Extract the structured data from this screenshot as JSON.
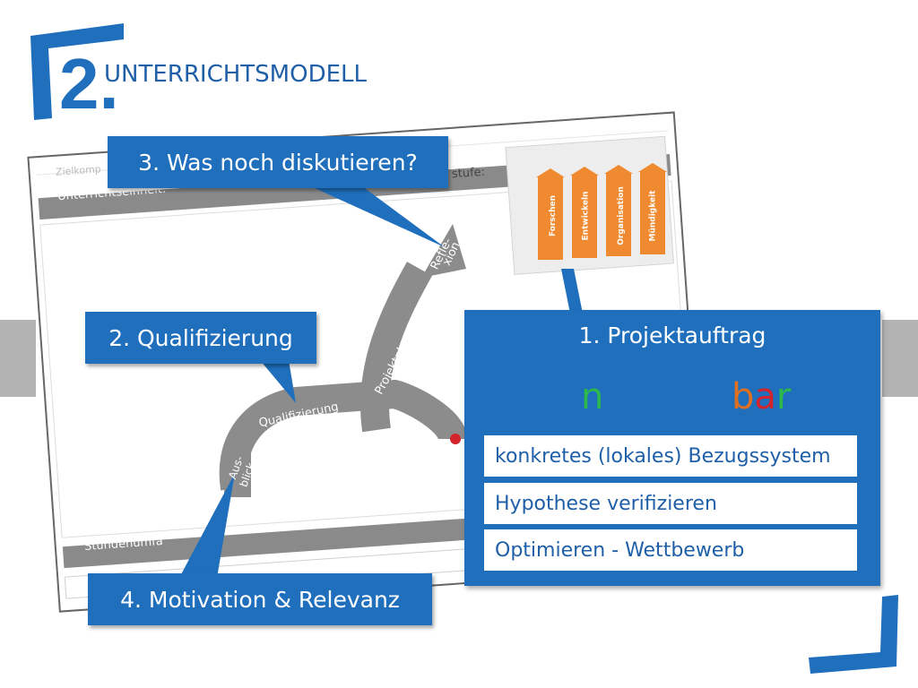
{
  "heading": {
    "number": "2.",
    "title": "UNTERRICHTSMODELL"
  },
  "sheet": {
    "zielkompetenz": "Zielkomp",
    "unterrichtseinheit": "Unterrichtseinheit:",
    "stufe": "stufe:",
    "stundenumfang": "Stundenumfa",
    "arrows": {
      "reflexion_1": "Refle-",
      "reflexion_2": "xion",
      "projektphase": "Projektphase",
      "qualifizierung": "Qualifizierung",
      "ausblick_1": "Aus-",
      "ausblick_2": "blick"
    },
    "pillars": [
      "Forschen",
      "Entwickeln",
      "Organisation",
      "Mündigkeit"
    ]
  },
  "callouts": {
    "c3": "3. Was noch diskutieren?",
    "c2": "2. Qualifizierung",
    "c4": "4. Motivation & Relevanz"
  },
  "panel": {
    "title": "1. Projektauftrag",
    "word_left": "n",
    "word_right": [
      "b",
      "a",
      "r"
    ],
    "items": [
      "konkretes (lokales) Bezugssystem",
      "Hypothese verifizieren",
      "Optimieren - Wettbewerb"
    ]
  },
  "colors": {
    "accent_blue": "#1f6fbd",
    "sheet_grey": "#8a8a8a",
    "pillar_orange": "#f08a30",
    "green": "#2db84c",
    "red": "#d4232a",
    "orange": "#e07020"
  }
}
